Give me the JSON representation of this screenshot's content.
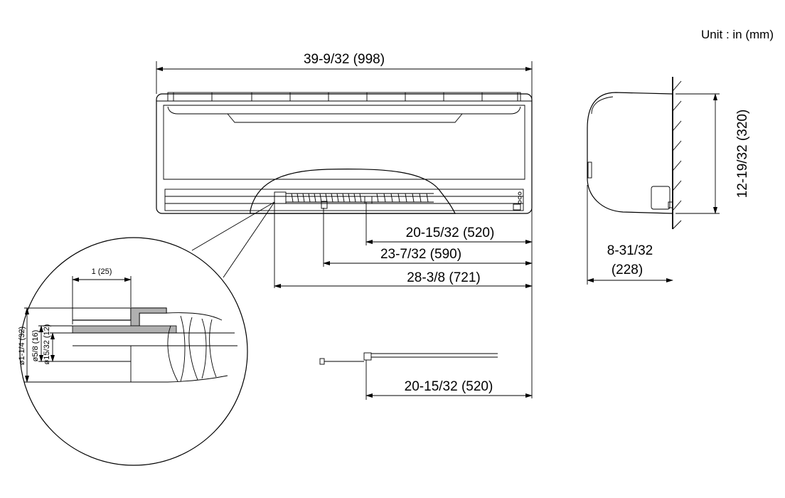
{
  "unit_label": "Unit : in (mm)",
  "front_view": {
    "overall_width": "39-9/32 (998)",
    "pipe_dim_1": "20-15/32 (520)",
    "pipe_dim_2": "23-7/32 (590)",
    "pipe_dim_3": "28-3/8 (721)"
  },
  "side_view": {
    "height": "12-19/32 (320)",
    "depth_line1": "8-31/32",
    "depth_line2": "(228)"
  },
  "detail_view": {
    "length": "1 (25)",
    "dia_outer": "ø1-1/4 (32)",
    "dia_mid": "ø5/8 (16)",
    "dia_inner": "ø15/32 (12)"
  },
  "accessory": {
    "pipe_length": "20-15/32 (520)"
  }
}
